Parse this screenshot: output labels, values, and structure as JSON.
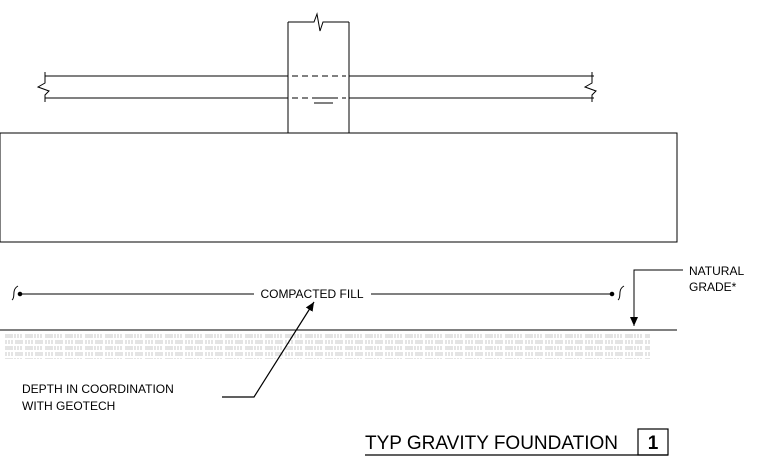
{
  "labels": {
    "compacted_fill": "COMPACTED FILL",
    "natural_grade_line1": "NATURAL",
    "natural_grade_line2": "GRADE*",
    "depth_line1": "DEPTH IN COORDINATION",
    "depth_line2": "WITH GEOTECH"
  },
  "title_block": {
    "title": "TYP GRAVITY FOUNDATION",
    "detail_number": "1"
  }
}
